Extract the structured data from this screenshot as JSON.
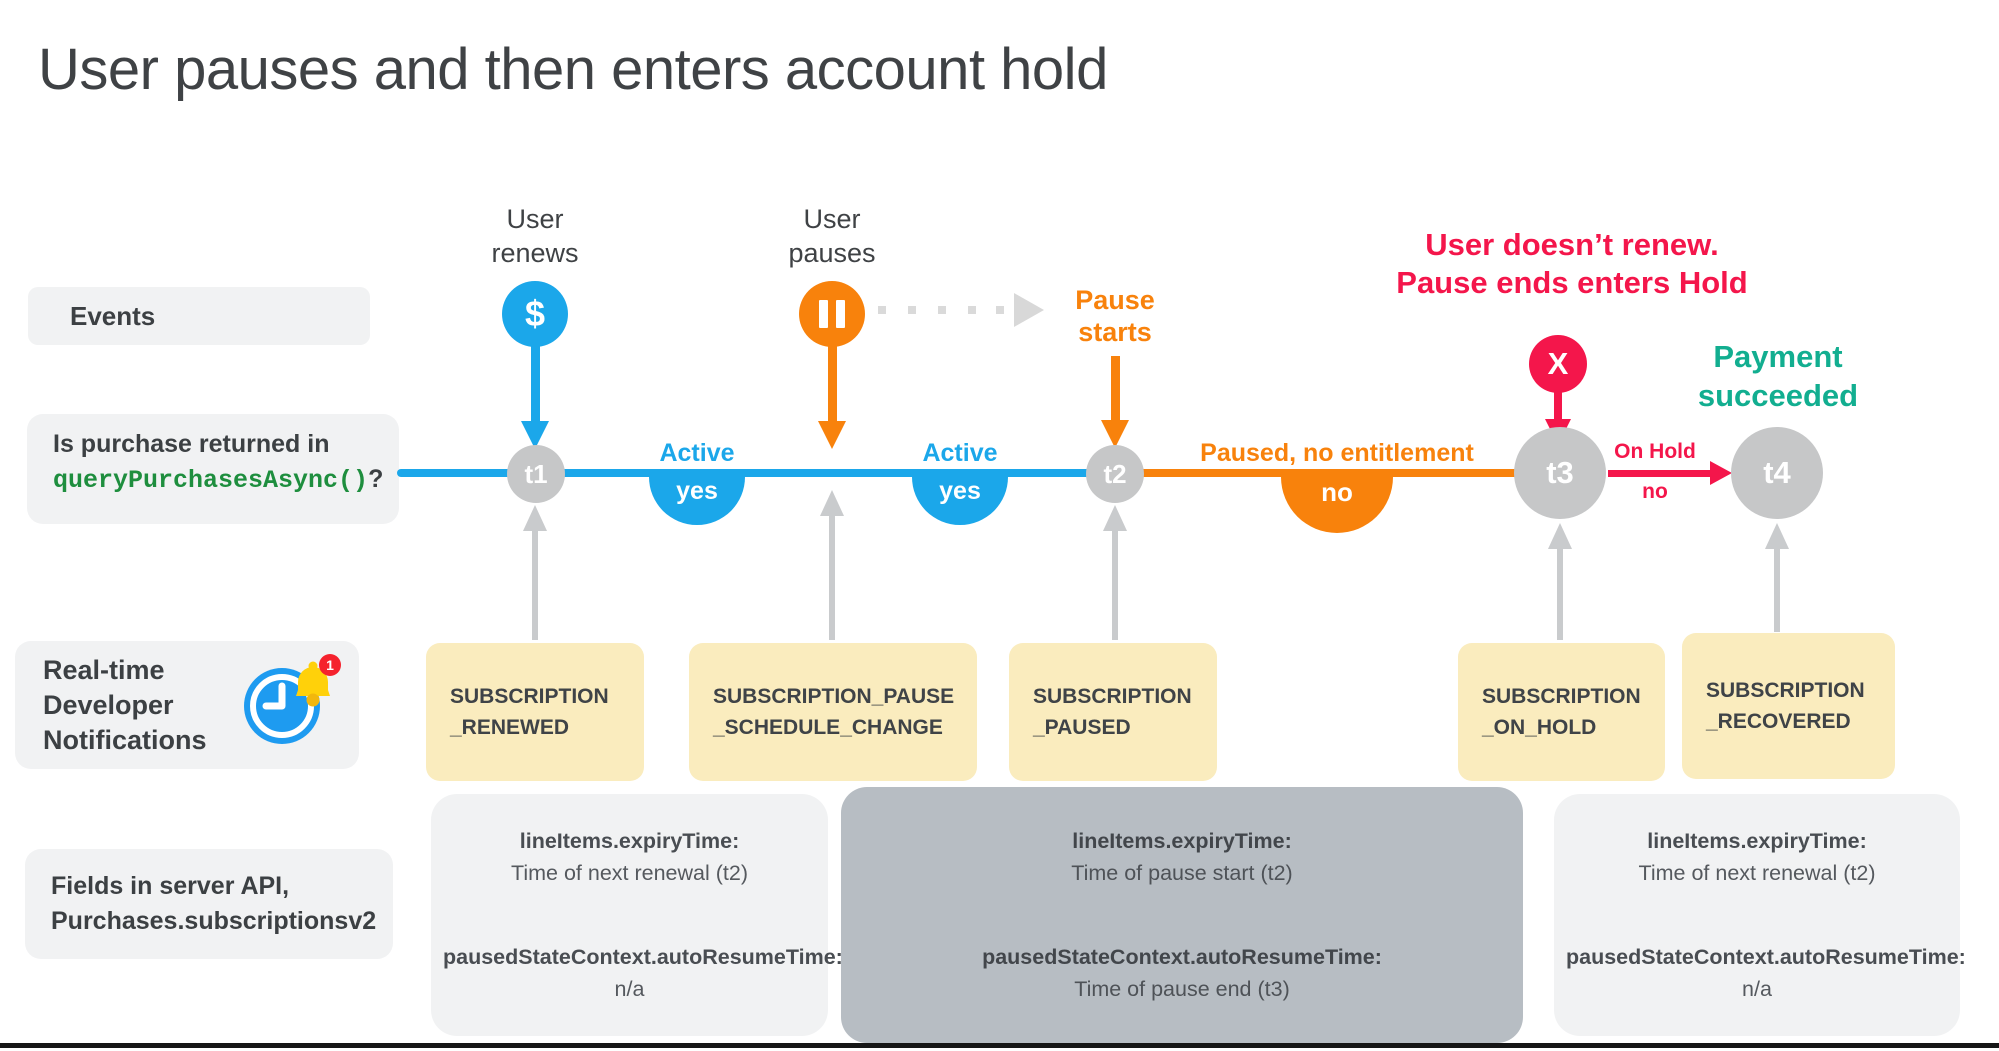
{
  "title": "User pauses and then enters account hold",
  "colors": {
    "blue": "#1ba7ea",
    "orange": "#f8820c",
    "red": "#f4164b",
    "teal": "#12ae90",
    "gray_node": "#c6c7c8",
    "yellow_box": "#faecbe",
    "light_box": "#f1f2f3",
    "dark_box": "#b7bdc3",
    "code_green": "#1e8e3e"
  },
  "left_labels": {
    "events": "Events",
    "purchase_line1": "Is purchase returned in",
    "purchase_code": "queryPurchasesAsync()",
    "purchase_suffix": "?",
    "rtdn_line1": "Real-time",
    "rtdn_line2": "Developer",
    "rtdn_line3": "Notifications",
    "rtdn_badge": "1",
    "fields_line1": "Fields in server API,",
    "fields_line2": "Purchases.subscriptionsv2"
  },
  "events": {
    "user_renews": {
      "line1": "User",
      "line2": "renews",
      "glyph": "$"
    },
    "user_pauses": {
      "line1": "User",
      "line2": "pauses"
    },
    "pause_starts": {
      "line1": "Pause",
      "line2": "starts"
    },
    "hold_heading": {
      "line1": "User doesn’t renew.",
      "line2": "Pause ends enters Hold",
      "glyph": "X"
    },
    "payment": {
      "line1": "Payment",
      "line2": "succeeded"
    }
  },
  "timeline": {
    "points": [
      {
        "id": "t1"
      },
      {
        "id": "t2"
      },
      {
        "id": "t3"
      },
      {
        "id": "t4"
      }
    ],
    "segment1": {
      "label": "Active",
      "answer": "yes"
    },
    "segment2": {
      "label": "Active",
      "answer": "yes"
    },
    "segment3": {
      "label": "Paused, no entitlement",
      "answer": "no"
    },
    "segment4": {
      "label": "On Hold",
      "answer": "no"
    }
  },
  "rtdn_boxes": [
    {
      "line1": "SUBSCRIPTION",
      "line2": "_RENEWED"
    },
    {
      "line1": "SUBSCRIPTION_PAUSE",
      "line2": "_SCHEDULE_CHANGE"
    },
    {
      "line1": "SUBSCRIPTION",
      "line2": "_PAUSED"
    },
    {
      "line1": "SUBSCRIPTION",
      "line2": "_ON_HOLD"
    },
    {
      "line1": "SUBSCRIPTION",
      "line2": "_RECOVERED"
    }
  ],
  "field_boxes": [
    {
      "field1": "lineItems.expiryTime:",
      "value1": "Time of next renewal (t2)",
      "field2": "pausedStateContext.autoResumeTime:",
      "value2": "n/a"
    },
    {
      "field1": "lineItems.expiryTime:",
      "value1": "Time of pause start (t2)",
      "field2": "pausedStateContext.autoResumeTime:",
      "value2": "Time of pause end (t3)"
    },
    {
      "field1": "lineItems.expiryTime:",
      "value1": "Time of next renewal (t2)",
      "field2": "pausedStateContext.autoResumeTime:",
      "value2": "n/a"
    }
  ]
}
